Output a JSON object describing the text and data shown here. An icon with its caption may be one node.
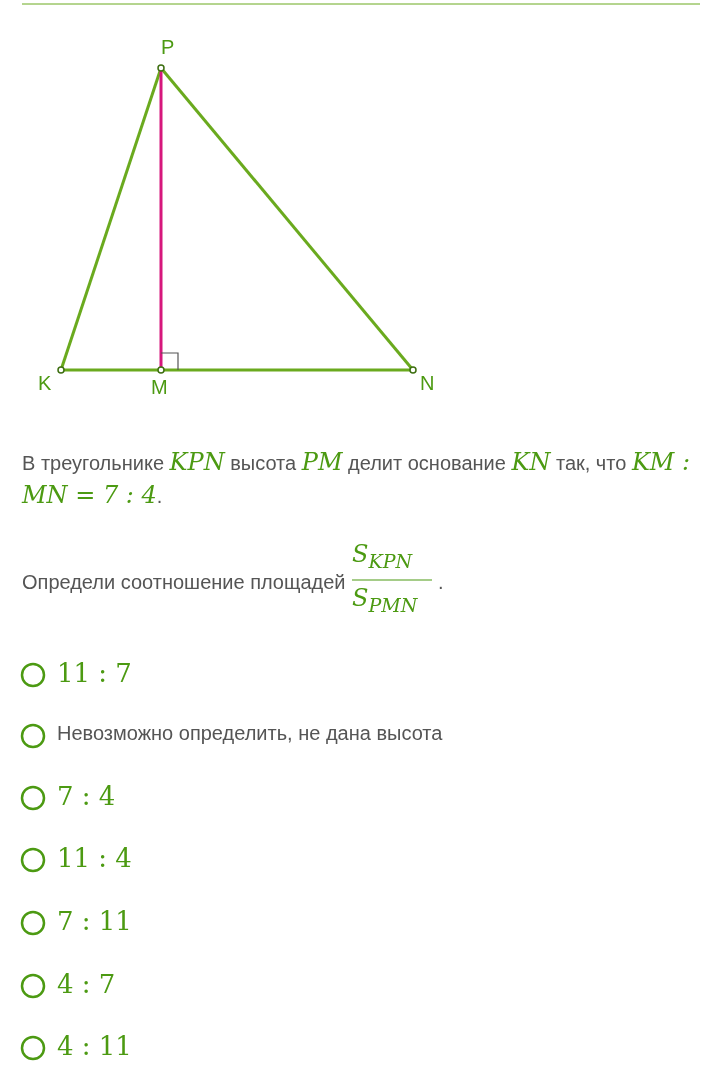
{
  "diagram": {
    "nodes": [
      {
        "text": [
          "P"
        ]
      },
      {
        "text": [
          "K"
        ]
      },
      {
        "text": [
          "M"
        ]
      },
      {
        "text": [
          "N"
        ]
      }
    ],
    "edges": [
      {
        "from": 1,
        "to": 0,
        "arrow": "none"
      },
      {
        "from": 0,
        "to": 3,
        "arrow": "none"
      },
      {
        "from": 1,
        "to": 2,
        "arrow": "none"
      },
      {
        "from": 2,
        "to": 3,
        "arrow": "none"
      },
      {
        "from": 0,
        "to": 2,
        "arrow": "none",
        "color": "#d6177c"
      }
    ],
    "labels": [
      "В треугольнике *KPN* высота *PM* делит основание *KN* так, что *KM : MN = 7 : 4*.",
      "Определи соотношение площадей",
      "*S*$_{KPN}$",
      "*S*$_{PMN}$",
      ".",
      "11 : 7",
      "Невозможно определить, не дана высота",
      "7 : 4",
      "11 : 4",
      "7 : 11",
      "4 : 7",
      "4 : 11"
    ]
  }
}
